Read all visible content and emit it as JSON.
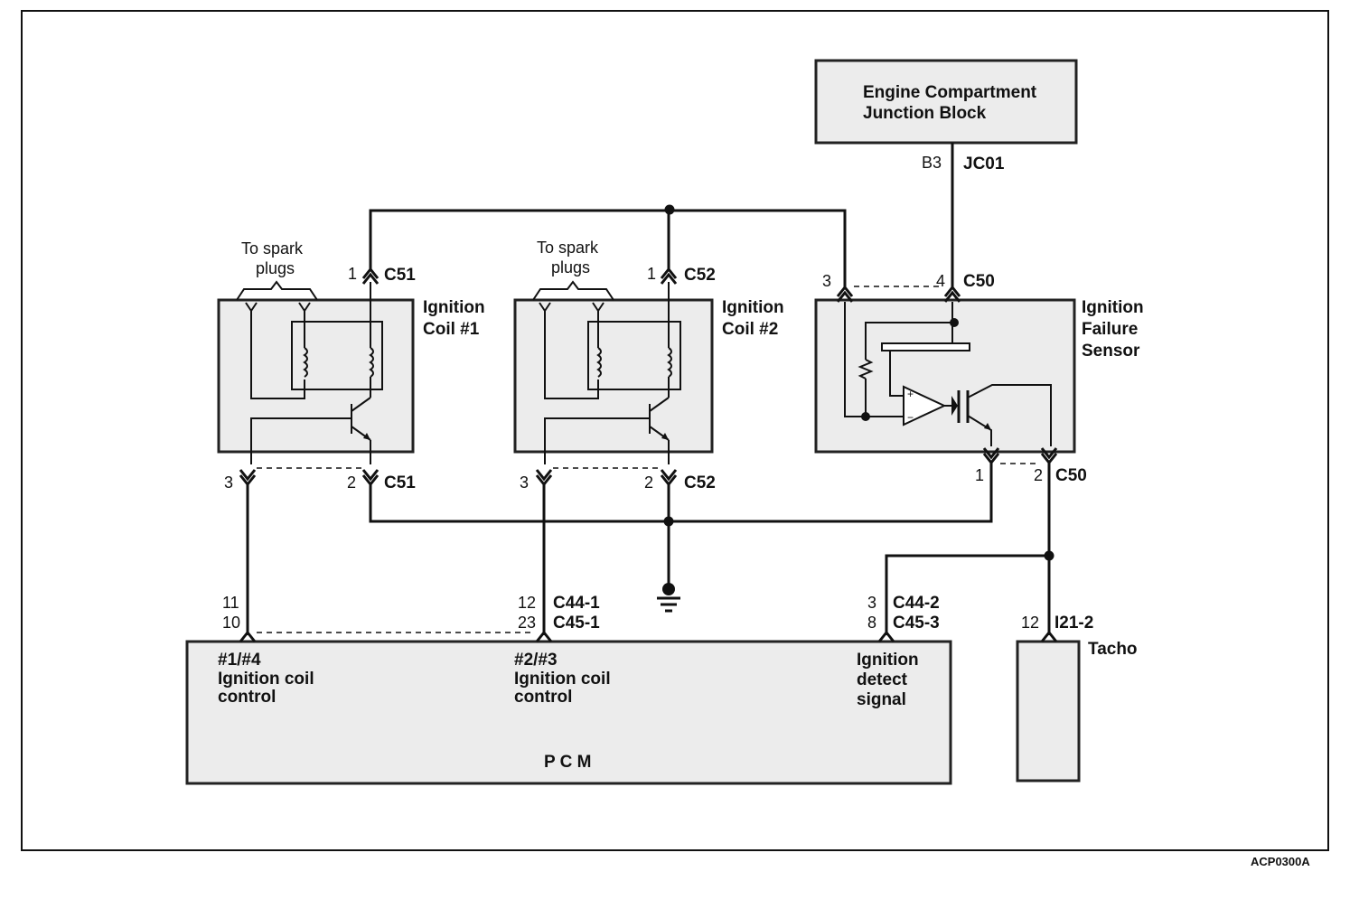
{
  "junction_block": {
    "line1": "Engine Compartment",
    "line2": "Junction Block",
    "pin": "B3",
    "connector": "JC01"
  },
  "coil1": {
    "label_line1": "Ignition",
    "label_line2": "Coil #1",
    "spark_line1": "To spark",
    "spark_line2": "plugs",
    "top_pin": "1",
    "top_conn": "C51",
    "pin_left": "3",
    "pin_right": "2",
    "bottom_conn": "C51"
  },
  "coil2": {
    "label_line1": "Ignition",
    "label_line2": "Coil #2",
    "spark_line1": "To spark",
    "spark_line2": "plugs",
    "top_pin": "1",
    "top_conn": "C52",
    "pin_left": "3",
    "pin_right": "2",
    "bottom_conn": "C52"
  },
  "sensor": {
    "label_line1": "Ignition",
    "label_line2": "Failure",
    "label_line3": "Sensor",
    "pin_tl": "3",
    "pin_tr": "4",
    "top_conn": "C50",
    "pin_bl": "1",
    "pin_br": "2",
    "bottom_conn": "C50"
  },
  "pcm": {
    "title": "P C M",
    "pin_a1": "11",
    "pin_a2": "10",
    "pin_b1": "12",
    "conn_b1": "C44-1",
    "pin_b2": "23",
    "conn_b2": "C45-1",
    "pin_c1": "3",
    "conn_c1": "C44-2",
    "pin_c2": "8",
    "conn_c2": "C45-3",
    "ctrl1_line1": "#1/#4",
    "ctrl1_line2": "Ignition coil",
    "ctrl1_line3": "control",
    "ctrl2_line1": "#2/#3",
    "ctrl2_line2": "Ignition coil",
    "ctrl2_line3": "control",
    "detect_line1": "Ignition",
    "detect_line2": "detect",
    "detect_line3": "signal"
  },
  "tacho": {
    "label": "Tacho",
    "pin": "12",
    "connector": "I21-2"
  },
  "figure_id": "ACP0300A"
}
